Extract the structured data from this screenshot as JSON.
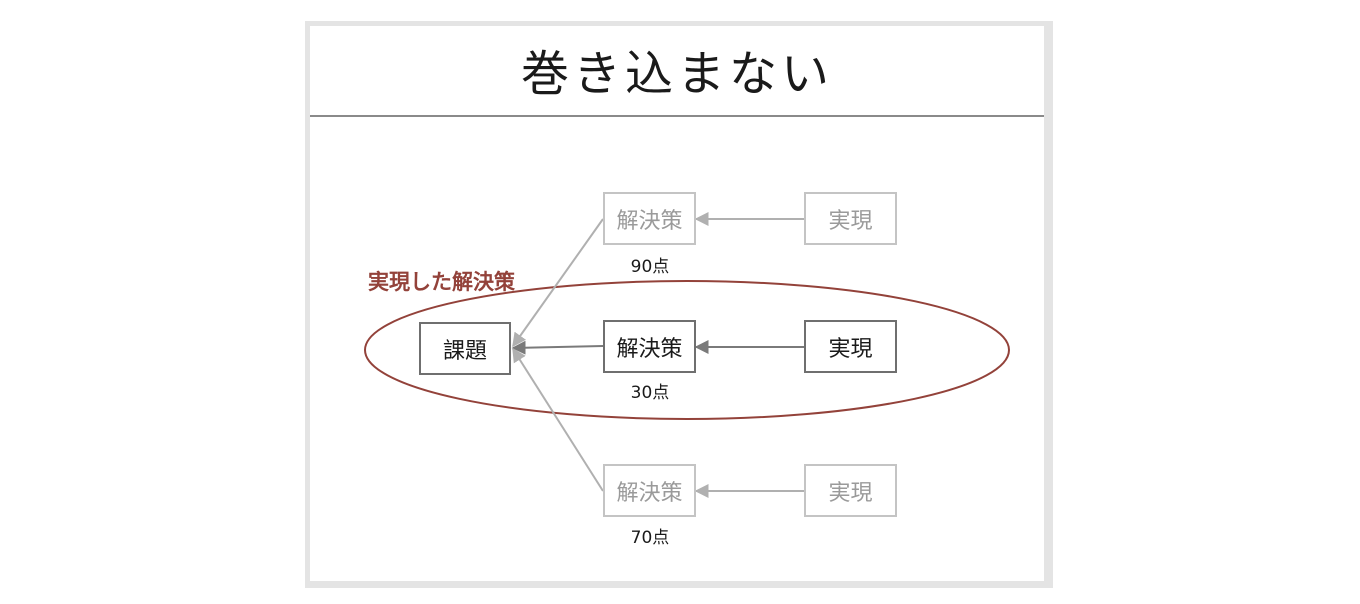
{
  "slide": {
    "title": "巻き込まない",
    "highlight_label": "実現した解決策"
  },
  "problem": {
    "label": "課題"
  },
  "rows": [
    {
      "solution_label": "解決策",
      "realization_label": "実現",
      "score": "90点",
      "state": "faded"
    },
    {
      "solution_label": "解決策",
      "realization_label": "実現",
      "score": "30点",
      "state": "active"
    },
    {
      "solution_label": "解決策",
      "realization_label": "実現",
      "score": "70点",
      "state": "faded"
    }
  ],
  "colors": {
    "highlight": "#93423a",
    "active_border": "#6f6f6f",
    "faded_border": "#c4c4c4",
    "active_arrow": "#7a7a7a",
    "faded_arrow": "#b0b0b0",
    "title_rule": "#8a8a8a"
  }
}
